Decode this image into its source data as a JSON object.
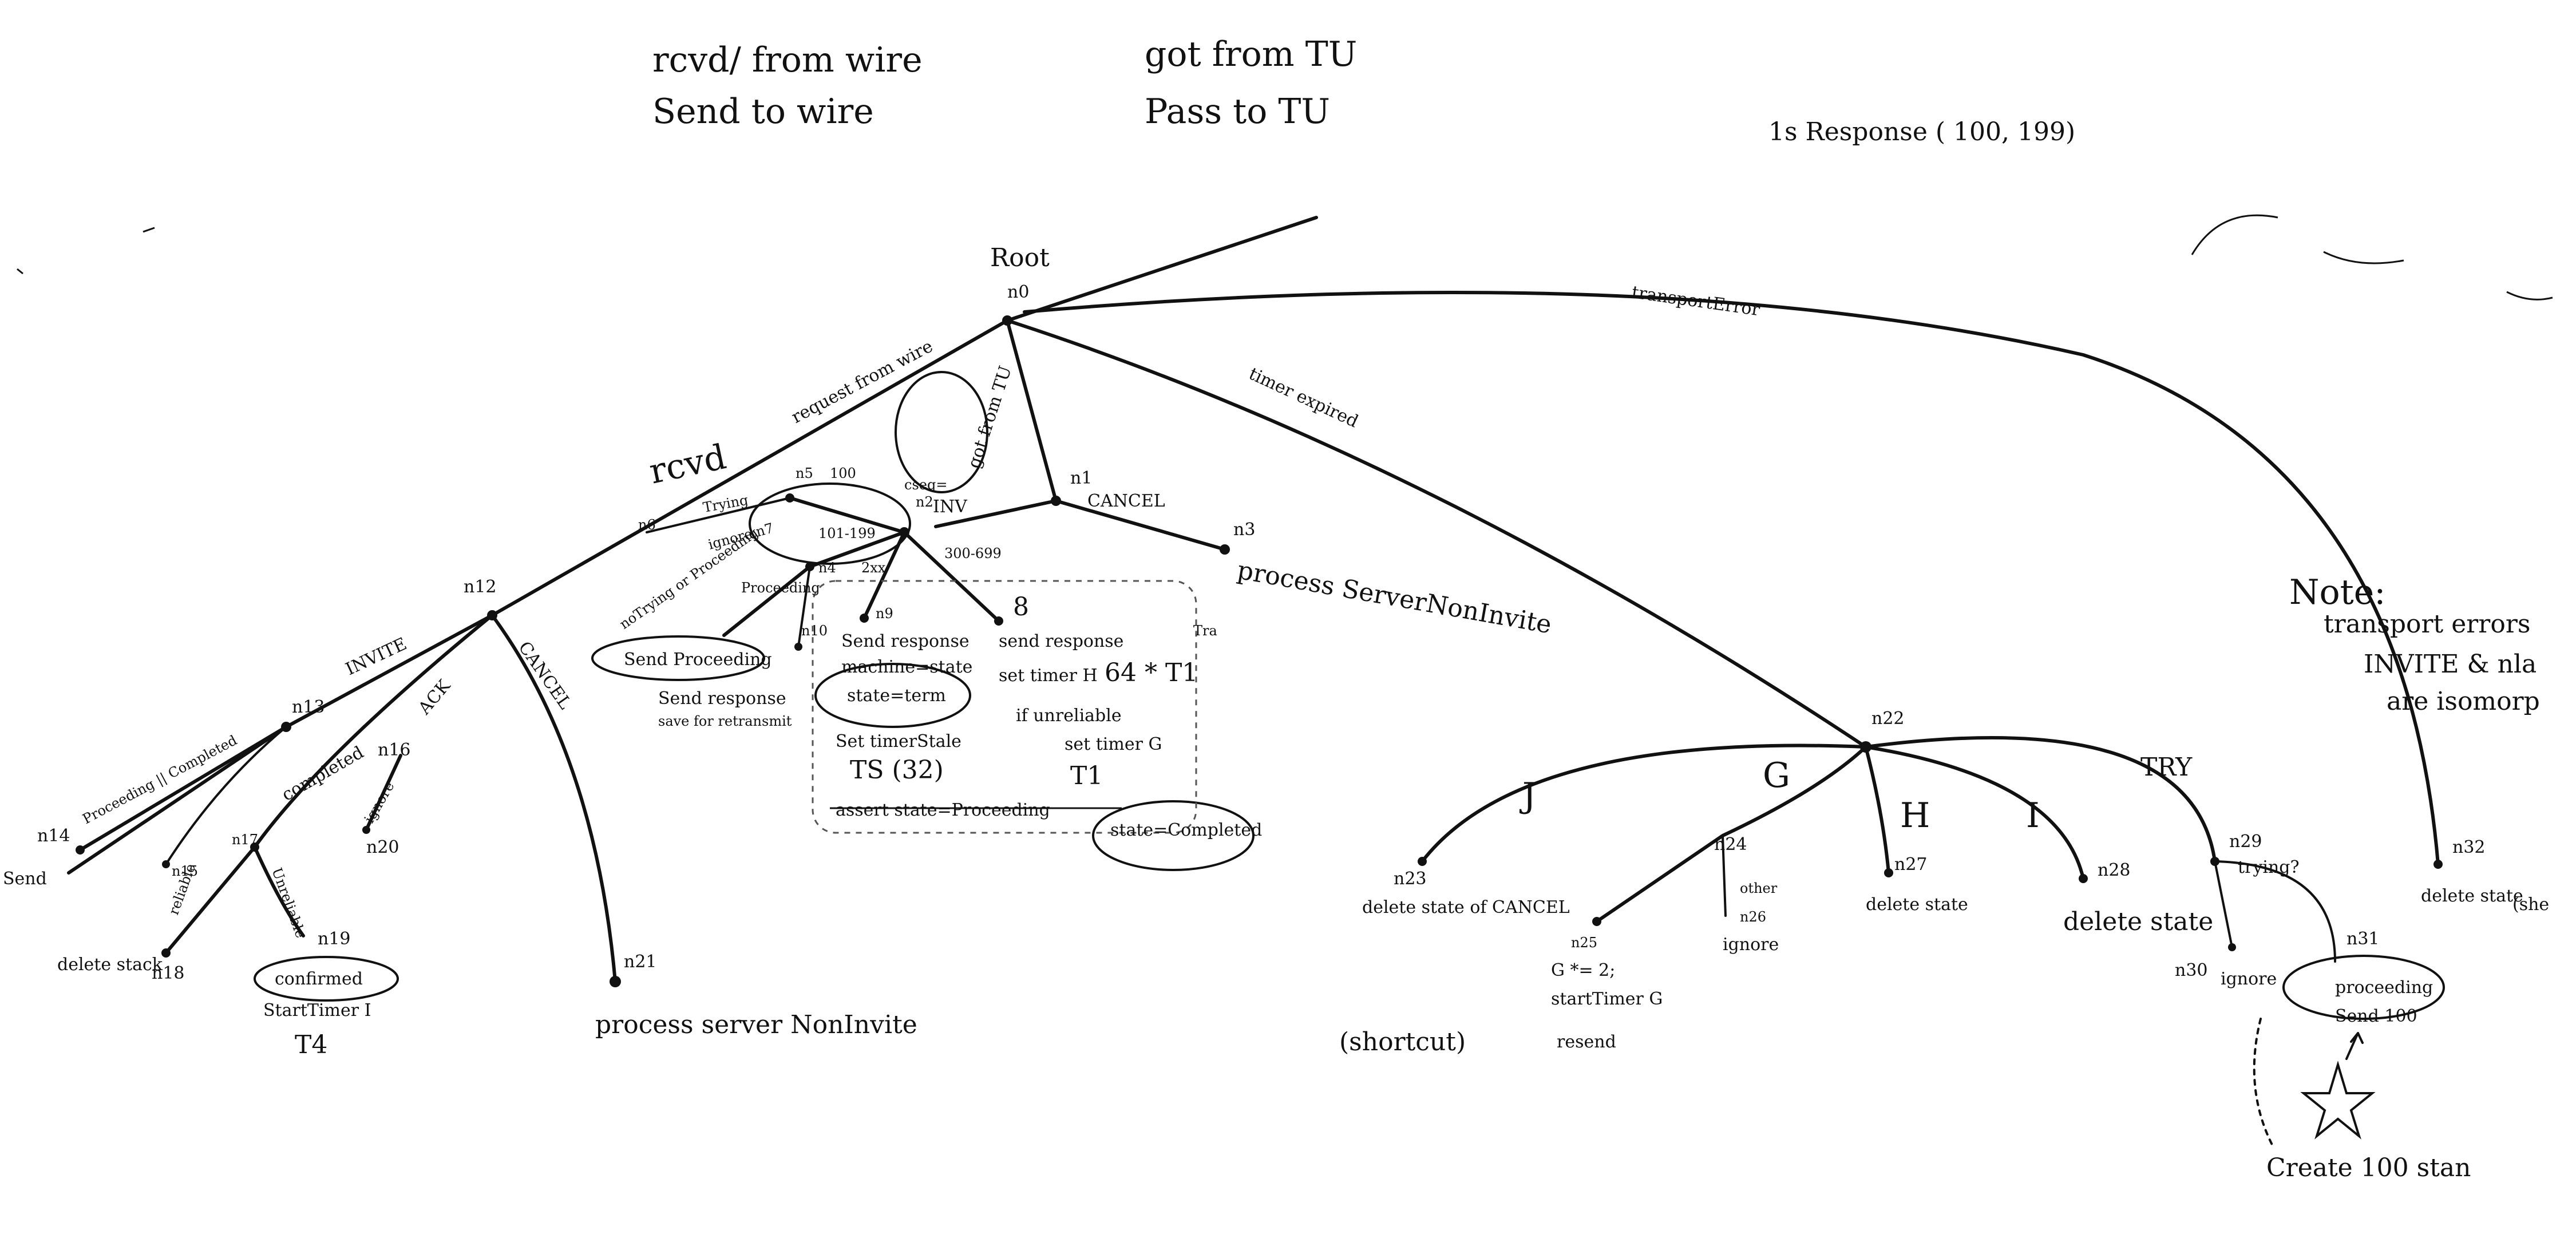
{
  "legend": {
    "rcvd_from_wire": "rcvd/ from wire",
    "send_to_wire": "Send to wire",
    "got_from_tu": "got from TU",
    "pass_to_tu": "Pass to TU"
  },
  "top_right_note": "1s Response ( 100, 199)",
  "note": {
    "title": "Note:",
    "line1": "transport errors",
    "line2": "INVITE & nla",
    "line3": "are isomorp"
  },
  "root": {
    "label": "Root",
    "node": "n0"
  },
  "edges": {
    "request_from_wire": "request from wire",
    "rcvd": "rcvd",
    "got_from_tu": "got from TU",
    "transport_error": "transportError",
    "timer_expired": "timer expired",
    "cseq": "cseq=",
    "inv": "INV",
    "cancel": "CANCEL",
    "cancel2": "CANCEL",
    "invite": "INVITE",
    "r100": "100",
    "r101_199": "101-199",
    "r2xx": "2xx",
    "r300_699": "300-699",
    "trying": "Trying",
    "ignore_n7": "ignore n7",
    "no_trying_or_proceeding": "noTrying or Proceeding",
    "ack": "ACK",
    "completed": "completed",
    "proceeding_completed": "Proceeding || Completed",
    "ignore": "ignore",
    "reliable": "reliable",
    "unreliable": "Unreliable",
    "other": "other",
    "trying_q": "trying?",
    "J": "J",
    "G": "G",
    "H": "H",
    "I": "I",
    "TRY": "TRY"
  },
  "nodes": {
    "n1": "n1",
    "n2": "n2",
    "n3": "n3",
    "n4": "n4",
    "n5": "n5",
    "n6": "n6",
    "n7": "n7",
    "n8": "8",
    "n9": "n9",
    "n10": "n10",
    "n12": "n12",
    "n13": "n13",
    "n14": "n14",
    "n15": "n15",
    "n16": "n16",
    "n17": "n17",
    "n18": "n18",
    "n19": "n19",
    "n20": "n20",
    "n21": "n21",
    "n22": "n22",
    "n23": "n23",
    "n24": "n24",
    "n25": "n25",
    "n26": "n26",
    "n27": "n27",
    "n28": "n28",
    "n29": "n29",
    "n30": "n30",
    "n31": "n31",
    "n32": "n32"
  },
  "actions": {
    "process_server_non_invite_n3": "process ServerNonInvite",
    "process_server_non_invite_n21": "process server NonInvite",
    "send_proceeding": "Send Proceeding",
    "proceeding_ring": "Proceeding",
    "send_response_save": "Send response",
    "save_for_retransmit": "save for retransmit",
    "send_response_n9": "Send response",
    "machine_state": "machine=state",
    "state_term": "state=term",
    "set_timer_stale": "Set timerStale",
    "ts_32": "TS (32)",
    "assert_state_proceeding": "assert state=Proceeding",
    "send_response_n8": "send response",
    "set_timer_h": "set timer H",
    "t64": "64 * T1",
    "if_unreliable": "if unreliable",
    "set_timer_g": "set timer G",
    "t1": "T1",
    "state_completed": "state=Completed",
    "tra": "Tra",
    "delete_stack": "delete stack",
    "confirmed": "confirmed",
    "start_timer_i": "StartTimer I",
    "t4": "T4",
    "send": "Send",
    "delete_state_of_cancel": "delete state of CANCEL",
    "shortcut": "(shortcut)",
    "g_times_2": "G *= 2;",
    "start_timer_g": "startTimer G",
    "resend": "resend",
    "delete_state": "delete state",
    "ignore": "ignore",
    "proceeding": "proceeding",
    "send_100": "Send 100",
    "create_100_stan": "Create 100 stan",
    "she": "(she"
  }
}
